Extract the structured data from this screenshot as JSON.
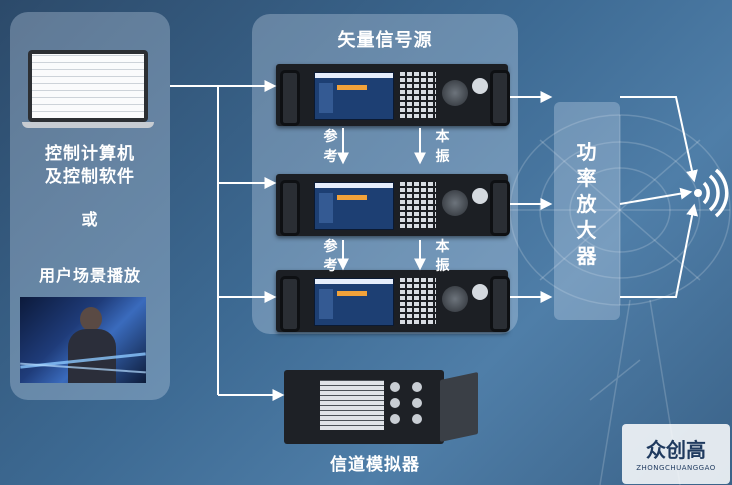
{
  "left_panel": {
    "computer_label_line1": "控制计算机",
    "computer_label_line2": "及控制软件",
    "or_label": "或",
    "scene_label": "用户场景播放"
  },
  "signal_source": {
    "title": "矢量信号源",
    "ref_label_chars": [
      "参",
      "考"
    ],
    "lo_label_chars": [
      "本",
      "振"
    ]
  },
  "amplifier": {
    "label_chars": [
      "功",
      "率",
      "放",
      "大",
      "器"
    ]
  },
  "channel_emulator": {
    "label": "信道模拟器"
  },
  "watermark": {
    "cn": "众创高",
    "en": "ZHONGCHUANGGAO"
  },
  "colors": {
    "background": "#3d6a93",
    "panel": "#d7e6f5",
    "arrows": "#ffffff",
    "instrument_screen": "#1d3f73"
  },
  "icons": [
    "laptop-icon",
    "signal-generator-icon",
    "channel-emulator-icon",
    "wireless-signal-icon",
    "dish-antenna-icon"
  ]
}
